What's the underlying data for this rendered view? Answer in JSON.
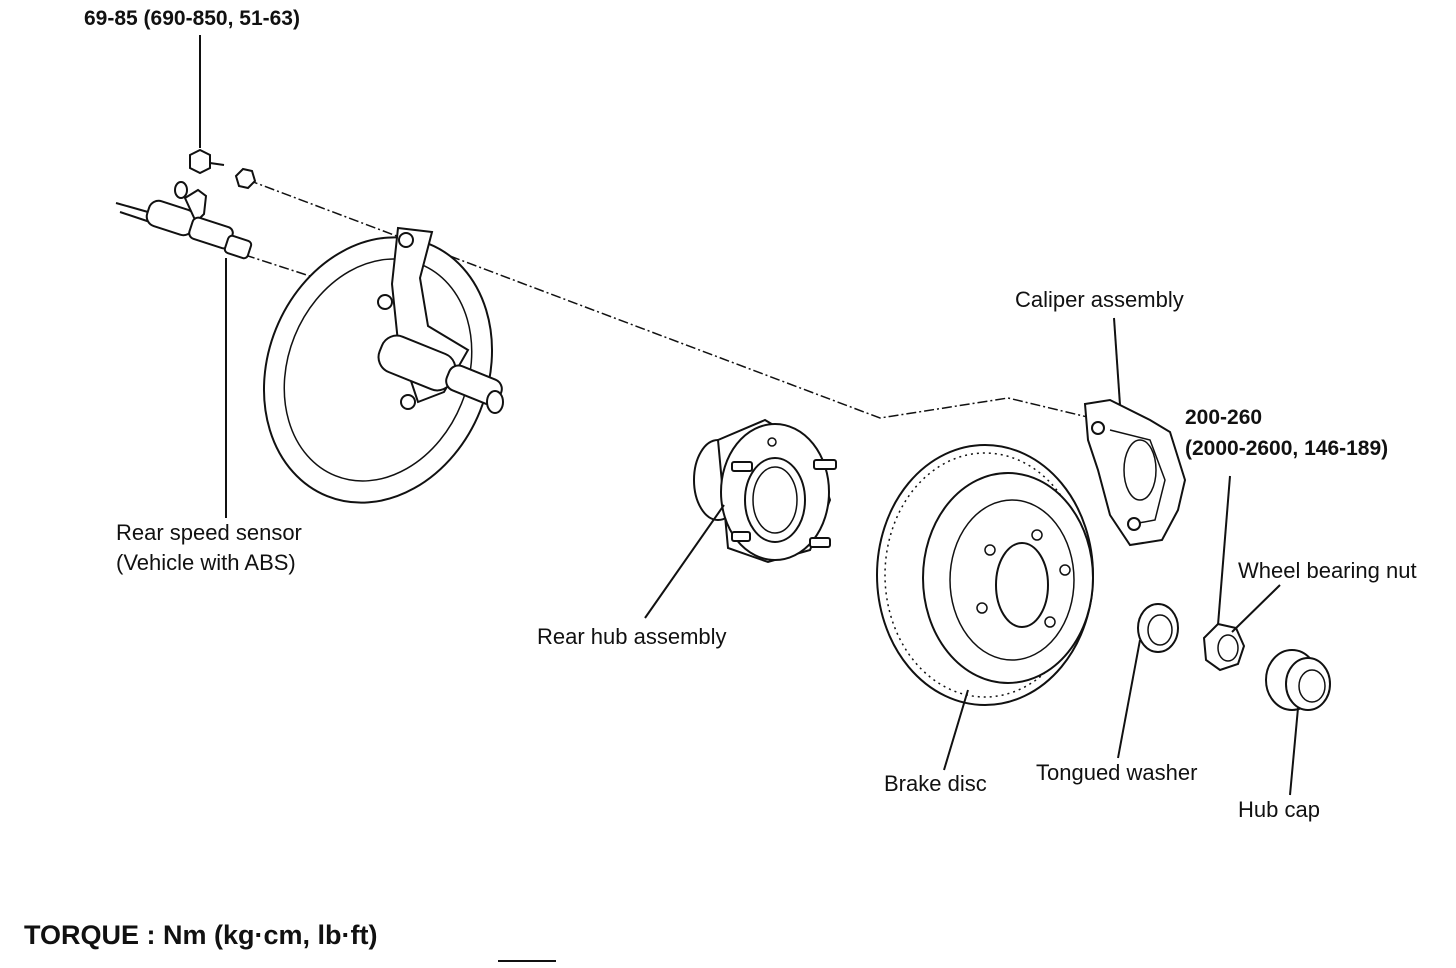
{
  "torque_spec_top": "69-85 (690-850, 51-63)",
  "labels": {
    "rear_speed_sensor_line1": "Rear speed sensor",
    "rear_speed_sensor_line2": "(Vehicle with ABS)",
    "caliper_assembly": "Caliper assembly",
    "caliper_torque_line1": "200-260",
    "caliper_torque_line2": "(2000-2600, 146-189)",
    "wheel_bearing_nut": "Wheel bearing nut",
    "rear_hub_assembly": "Rear hub assembly",
    "brake_disc": "Brake disc",
    "tongued_washer": "Tongued washer",
    "hub_cap": "Hub cap"
  },
  "torque_legend": "TORQUE : Nm (kg·cm, lb·ft)"
}
